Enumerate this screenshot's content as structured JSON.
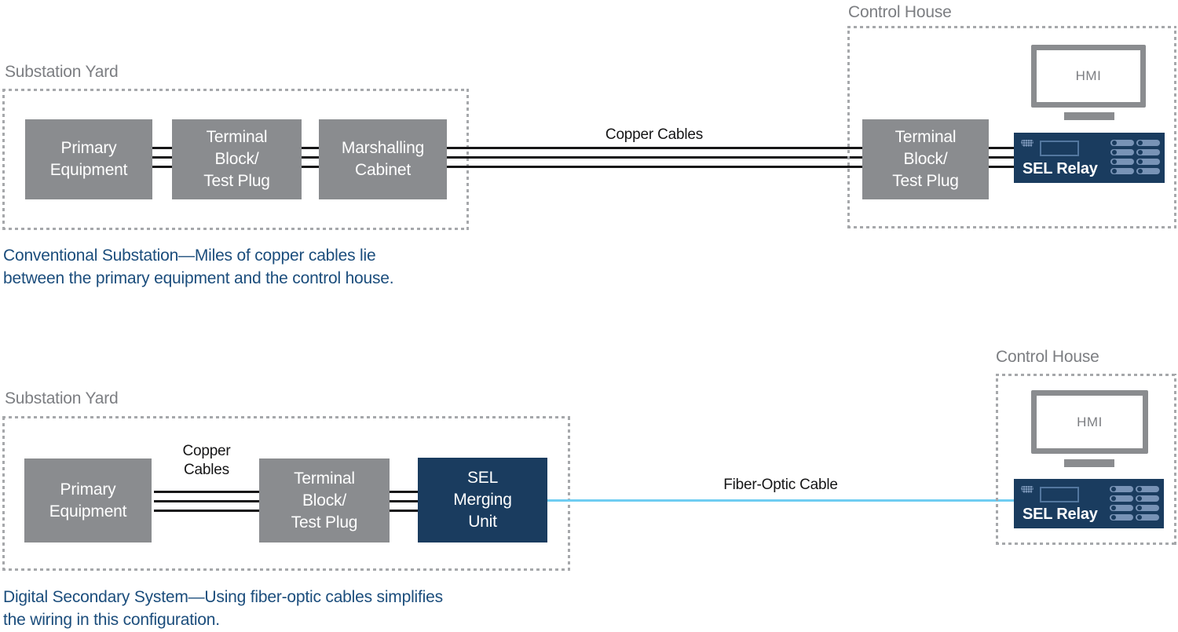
{
  "colors": {
    "box_gray": "#8a8c8f",
    "border_dash_gray": "#a6a8ab",
    "section_label_gray": "#7c7e82",
    "navy": "#1a3c5f",
    "relay_accent_blue": "#7893b6",
    "relay_display_border": "#53779f",
    "fiber_blue": "#6fcdf2",
    "caption_blue": "#1b4d7c",
    "cable_black": "#161617",
    "monitor_gray": "#8a8c8f"
  },
  "conventional": {
    "substation_yard": {
      "title": "Substation Yard",
      "primary_equipment_label": "Primary\nEquipment",
      "terminal_block_label": "Terminal\nBlock/\nTest Plug",
      "marshalling_cabinet_label": "Marshalling\nCabinet"
    },
    "copper_cables_label": "Copper Cables",
    "control_house": {
      "title": "Control House",
      "hmi_label": "HMI",
      "terminal_block_label": "Terminal\nBlock/\nTest Plug",
      "sel_relay_label": "SEL Relay"
    },
    "caption": "Conventional Substation—Miles of copper cables lie\nbetween the primary equipment and the control house."
  },
  "digital": {
    "substation_yard": {
      "title": "Substation Yard",
      "primary_equipment_label": "Primary\nEquipment",
      "copper_cables_label": "Copper\nCables",
      "terminal_block_label": "Terminal\nBlock/\nTest Plug",
      "sel_merging_unit_label": "SEL\nMerging\nUnit"
    },
    "fiber_optic_cable_label": "Fiber-Optic Cable",
    "control_house": {
      "title": "Control House",
      "hmi_label": "HMI",
      "sel_relay_label": "SEL Relay"
    },
    "caption": "Digital Secondary System—Using fiber-optic cables simplifies\nthe wiring in this configuration."
  }
}
